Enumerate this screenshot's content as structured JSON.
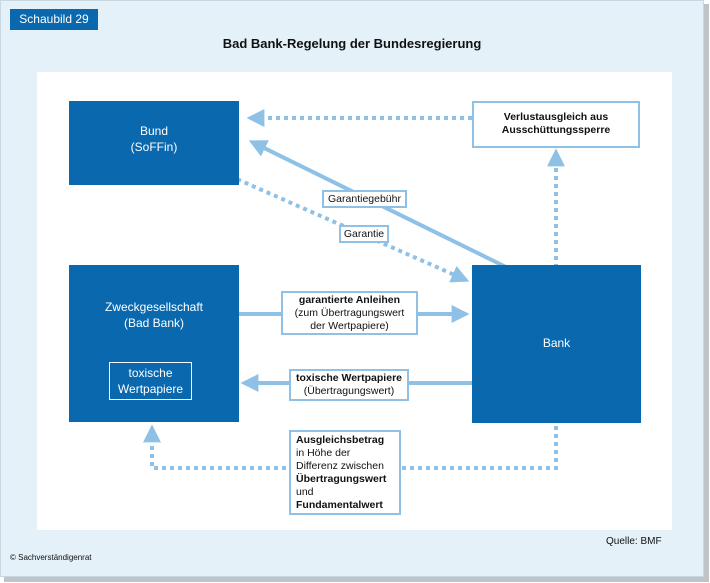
{
  "badge": "Schaubild 29",
  "title": "Bad Bank-Regelung der Bundesregierung",
  "boxes": {
    "bund": {
      "line1": "Bund",
      "line2": "(SoFFin)"
    },
    "zweck": {
      "line1": "Zweckgesellschaft",
      "line2": "(Bad Bank)"
    },
    "toxisch": {
      "line1": "toxische",
      "line2": "Wertpapiere"
    },
    "bank": {
      "line1": "Bank"
    }
  },
  "labels": {
    "verlust": {
      "line1": "Verlustausgleich aus",
      "line2": "Ausschüttungssperre"
    },
    "gebuehr": "Garantiegebühr",
    "garantie": "Garantie",
    "anleihen": {
      "line1": "garantierte Anleihen",
      "line2": "(zum Übertragungswert",
      "line3": "der Wertpapiere)"
    },
    "toxwp": {
      "line1": "toxische Wertpapiere",
      "line2": "(Übertragungswert)"
    },
    "ausgleich": {
      "line1": "Ausgleichsbetrag",
      "line2": "in Höhe der",
      "line3": "Differenz zwischen",
      "line4": "Übertragungswert",
      "line5": "und",
      "line6": "Fundamentalwert"
    }
  },
  "source": "Quelle: BMF",
  "copyright": "© Sachverständigenrat",
  "colors": {
    "box": "#0a68ae",
    "arrow": "#8fc1e6",
    "background": "#e5f1f9"
  }
}
